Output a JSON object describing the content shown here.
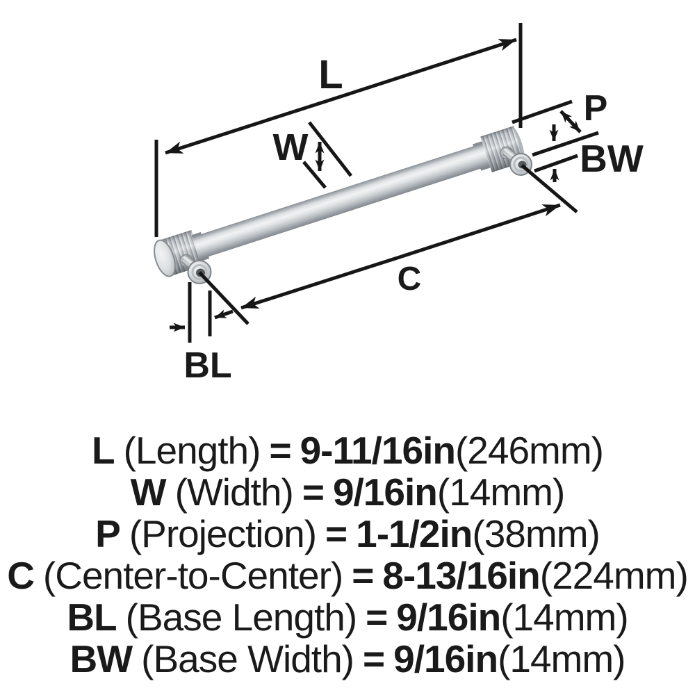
{
  "diagram": {
    "labels": {
      "l": "L",
      "w": "W",
      "p": "P",
      "bw": "BW",
      "c": "C",
      "bl": "BL"
    }
  },
  "specs": {
    "rows": [
      {
        "label": "L",
        "desc": "(Length)",
        "eq": "=",
        "value": "9-11/16in",
        "metric": "(246mm)"
      },
      {
        "label": "W",
        "desc": "(Width)",
        "eq": "=",
        "value": "9/16in",
        "metric": "(14mm)"
      },
      {
        "label": "P",
        "desc": "(Projection)",
        "eq": "=",
        "value": "1-1/2in",
        "metric": "(38mm)"
      },
      {
        "label": "C",
        "desc": "(Center-to-Center)",
        "eq": "=",
        "value": "8-13/16in",
        "metric": "(224mm)"
      },
      {
        "label": "BL",
        "desc": "(Base Length)",
        "eq": "=",
        "value": "9/16in",
        "metric": "(14mm)"
      },
      {
        "label": "BW",
        "desc": "(Base Width)",
        "eq": "=",
        "value": "9/16in",
        "metric": "(14mm)"
      }
    ]
  },
  "colors": {
    "background": "#ffffff",
    "line": "#161616",
    "text": "#1a1a1a",
    "metal_light": "#f1f2f3",
    "metal_mid": "#c7cbcf",
    "metal_dark": "#83898f"
  }
}
